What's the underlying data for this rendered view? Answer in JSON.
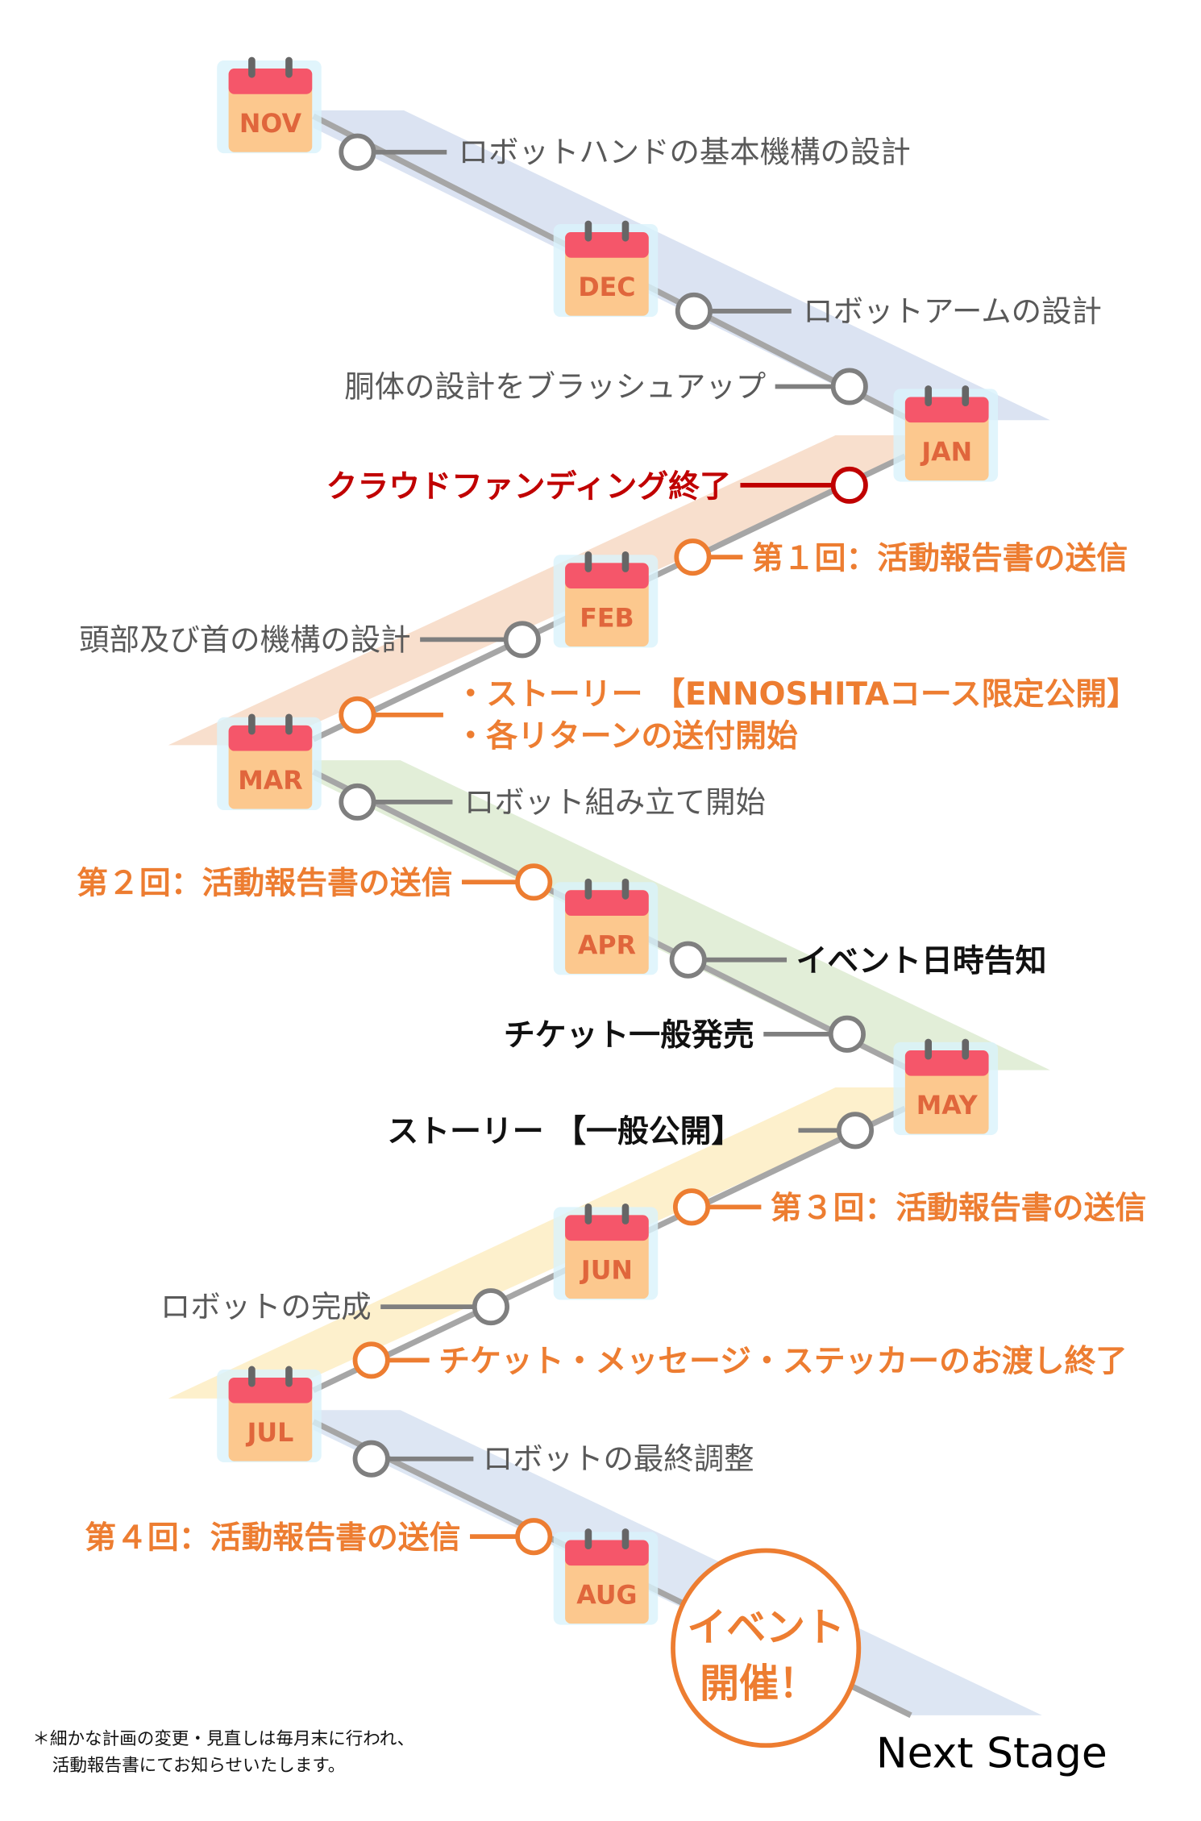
{
  "months": [
    "NOV",
    "DEC",
    "JAN",
    "FEB",
    "MAR",
    "APR",
    "MAY",
    "JUN",
    "JUL",
    "AUG"
  ],
  "milestones": {
    "robot_hand": "ロボットハンドの基本機構の設計",
    "robot_arm": "ロボットアームの設計",
    "body_brushup": "胴体の設計をブラッシュアップ",
    "crowdfunding_end": "クラウドファンディング終了",
    "report_1": "第１回：活動報告書の送信",
    "head_neck": "頭部及び首の機構の設計",
    "story_limited": "・ストーリー 【ENNOSHITAコース限定公開】",
    "returns_start": "・各リターンの送付開始",
    "assembly_start": "ロボット組み立て開始",
    "report_2": "第２回：活動報告書の送信",
    "event_announce": "イベント日時告知",
    "ticket_sale": "チケット一般発売",
    "story_public": "ストーリー 【一般公開】",
    "report_3": "第３回：活動報告書の送信",
    "robot_complete": "ロボットの完成",
    "handover_end": "チケット・メッセージ・ステッカーのお渡し終了",
    "final_adjust": "ロボットの最終調整",
    "report_4": "第４回：活動報告書の送信"
  },
  "event": {
    "line1": "イベント",
    "line2": "開催！"
  },
  "note": {
    "line1": "＊細かな計画の変更・見直しは毎月末に行われ、",
    "line2": "活動報告書にてお知らせいたします。"
  },
  "next_stage": "Next Stage",
  "colors": {
    "orange": "#ed7d31",
    "red": "#c00000",
    "band_blue": "#dbe3f2",
    "band_peach": "#f8dfcd",
    "band_green": "#e2eed8",
    "band_yellow": "#fdf0cc"
  }
}
